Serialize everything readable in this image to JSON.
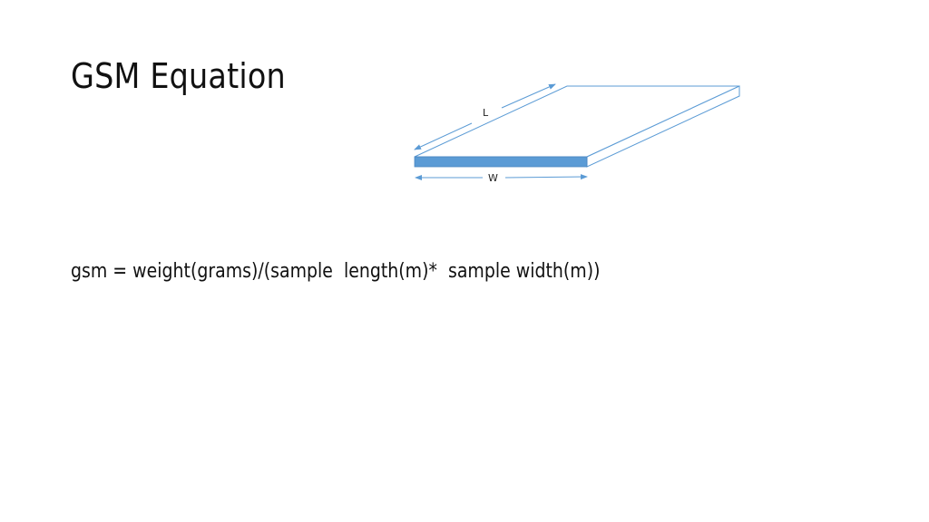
{
  "slide": {
    "title": "GSM Equation",
    "equation": "gsm = weight(grams)/(sample  length(m)*  sample width(m))"
  },
  "diagram": {
    "description": "Thin rectangular sheet in perspective with dimension arrows",
    "length_label": "L",
    "width_label": "W",
    "colors": {
      "front_face": "#5B9BD5",
      "outline": "#5B9BD5",
      "arrow": "#5B9BD5"
    }
  }
}
